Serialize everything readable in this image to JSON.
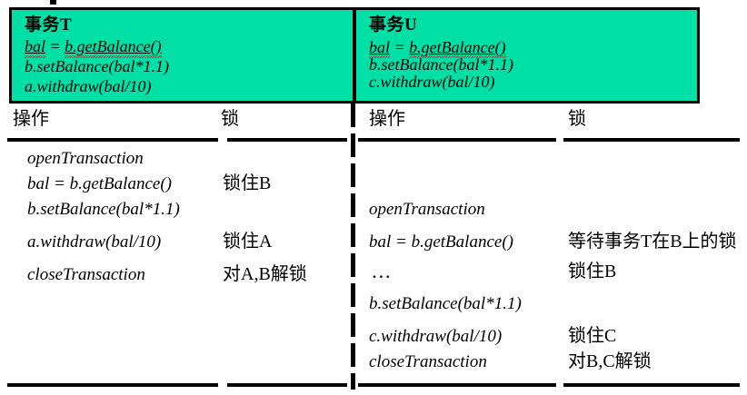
{
  "page": {
    "title": "事务 T / 事务 U 锁定表",
    "green_header_color": "#00DFA6",
    "rule_color": "#000000",
    "squiggle_color": "#e03030"
  },
  "headers": {
    "left": {
      "title": "事务T",
      "code": [
        "bal = b.getBalance()",
        "b.setBalance(bal*1.1)",
        "a.withdraw(bal/10)"
      ],
      "code_tokens": {
        "bal": "bal",
        "eq": " = ",
        "getbalance": "b.getBalance()"
      }
    },
    "right": {
      "title": "事务U",
      "code": [
        "bal = b.getBalance()",
        "b.setBalance(bal*1.1)",
        "c.withdraw(bal/10)"
      ],
      "code_tokens": {
        "bal": "bal",
        "eq": " = ",
        "getbalance": "b.getBalance()"
      }
    }
  },
  "columns": {
    "left": {
      "operation": "操作",
      "lock": "锁"
    },
    "right": {
      "operation": "操作",
      "lock": "锁"
    }
  },
  "body": {
    "left_rows": [
      {
        "operation": "openTransaction",
        "lock": ""
      },
      {
        "operation": "bal =  b.getBalance()",
        "lock": "锁住B"
      },
      {
        "operation": "b.setBalance(bal*1.1)",
        "lock": ""
      },
      {
        "operation": "a.withdraw(bal/10)",
        "lock": "锁住A"
      },
      {
        "operation": "closeTransaction",
        "lock": "对A,B解锁"
      }
    ],
    "right_rows": [
      {
        "operation": "openTransaction",
        "lock": ""
      },
      {
        "operation": "bal =  b.getBalance()",
        "lock": "等待事务T在B上的锁"
      },
      {
        "operation": "…",
        "lock": "锁住B"
      },
      {
        "operation": "b.setBalance(bal*1.1)",
        "lock": ""
      },
      {
        "operation": "c.withdraw(bal/10)",
        "lock": "锁住C"
      },
      {
        "operation": "closeTransaction",
        "lock": "对B,C解锁"
      }
    ]
  }
}
